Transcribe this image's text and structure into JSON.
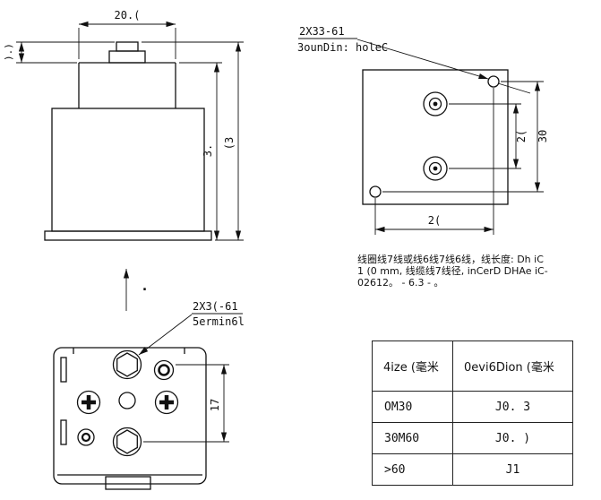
{
  "front_view": {
    "dim_top_width": "20.(",
    "dim_left_small": ").)",
    "dim_height_body": "3.",
    "dim_height_overall": "(3"
  },
  "top_view": {
    "callout_title": "2X33-61",
    "callout_subtitle": "3ounDin: holeC",
    "dim_hole_spacing": "2(",
    "dim_height": "30",
    "dim_width": "2("
  },
  "bottom_view": {
    "callout_title": "2X3(-61",
    "callout_subtitle": "5ermin6l",
    "dim_terminal_spacing": "17"
  },
  "note": {
    "line1": "线圈线7线或线6线7线6线，线长度: Dh iC",
    "line2": "1 (0 mm, 线缆线7线径, inCerD DHAe iC-",
    "line3": "02612。 - 6.3 - 。"
  },
  "tolerance_table": {
    "headers": [
      "4ize (毫米",
      "0evi6Dion (毫米"
    ],
    "rows": [
      [
        "OM30",
        "J0. 3"
      ],
      [
        "30M60",
        "J0. )"
      ],
      [
        ">60",
        "J1"
      ]
    ]
  },
  "misc": {
    "direction_dot": "."
  },
  "colors": {
    "line": "#111111",
    "background": "#ffffff"
  }
}
